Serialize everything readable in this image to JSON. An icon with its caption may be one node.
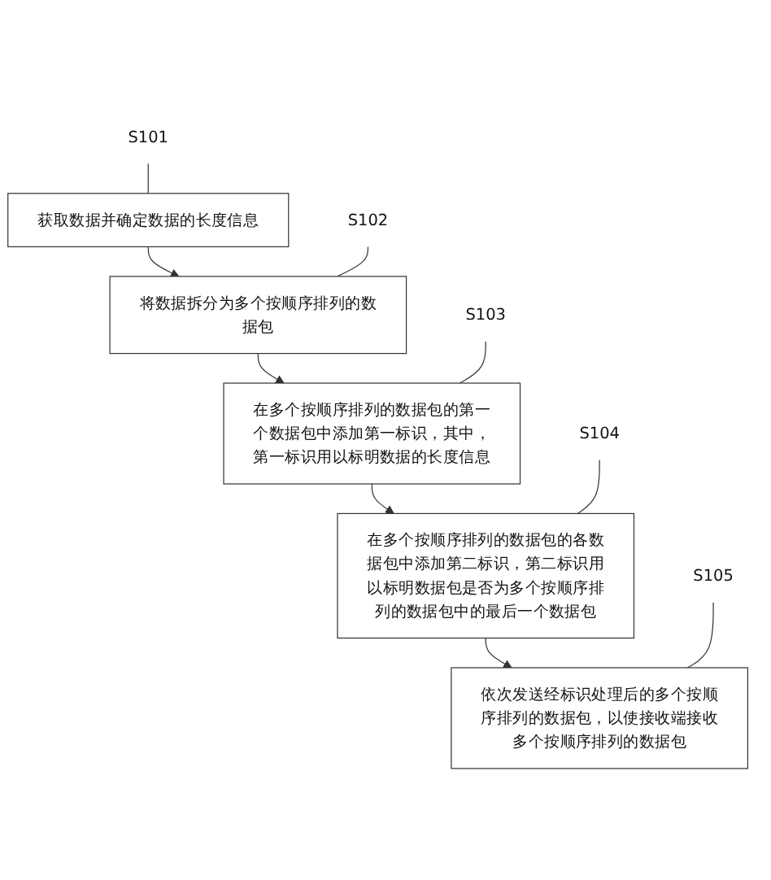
{
  "diagram": {
    "nodes": [
      {
        "text": [
          "获取数据并确定数据的长度信息"
        ]
      },
      {
        "text": [
          "S101"
        ]
      },
      {
        "text": [
          "将数据拆分为多个按顺序排列的数据包"
        ]
      },
      {
        "text": [
          "S102"
        ]
      },
      {
        "text": [
          "在多个按顺序排列的数据包的第一个数据包中添加第一标识，其中，第一标识用以标明数据的长度信息"
        ]
      },
      {
        "text": [
          "S103"
        ]
      },
      {
        "text": [
          "在多个按顺序排列的数据包的各数据包中添加第二标识，第二标识用以标明数据包是否为多个按顺序排列的数据包中的最后一个数据包"
        ]
      },
      {
        "text": [
          "S104"
        ]
      },
      {
        "text": [
          "依次发送经标识处理后的多个按顺序排列的数据包，以使接收端接收多个按顺序排列的数据包"
        ]
      },
      {
        "text": [
          "S105"
        ]
      }
    ],
    "edges": [
      {
        "from": 1,
        "to": 0,
        "arrow": "none"
      },
      {
        "from": 0,
        "to": 2,
        "arrow": "to"
      },
      {
        "from": 3,
        "to": 2,
        "arrow": "none"
      },
      {
        "from": 2,
        "to": 4,
        "arrow": "to"
      },
      {
        "from": 5,
        "to": 4,
        "arrow": "none"
      },
      {
        "from": 4,
        "to": 6,
        "arrow": "to"
      },
      {
        "from": 7,
        "to": 6,
        "arrow": "none"
      },
      {
        "from": 6,
        "to": 8,
        "arrow": "to"
      },
      {
        "from": 9,
        "to": 8,
        "arrow": "none"
      }
    ]
  }
}
